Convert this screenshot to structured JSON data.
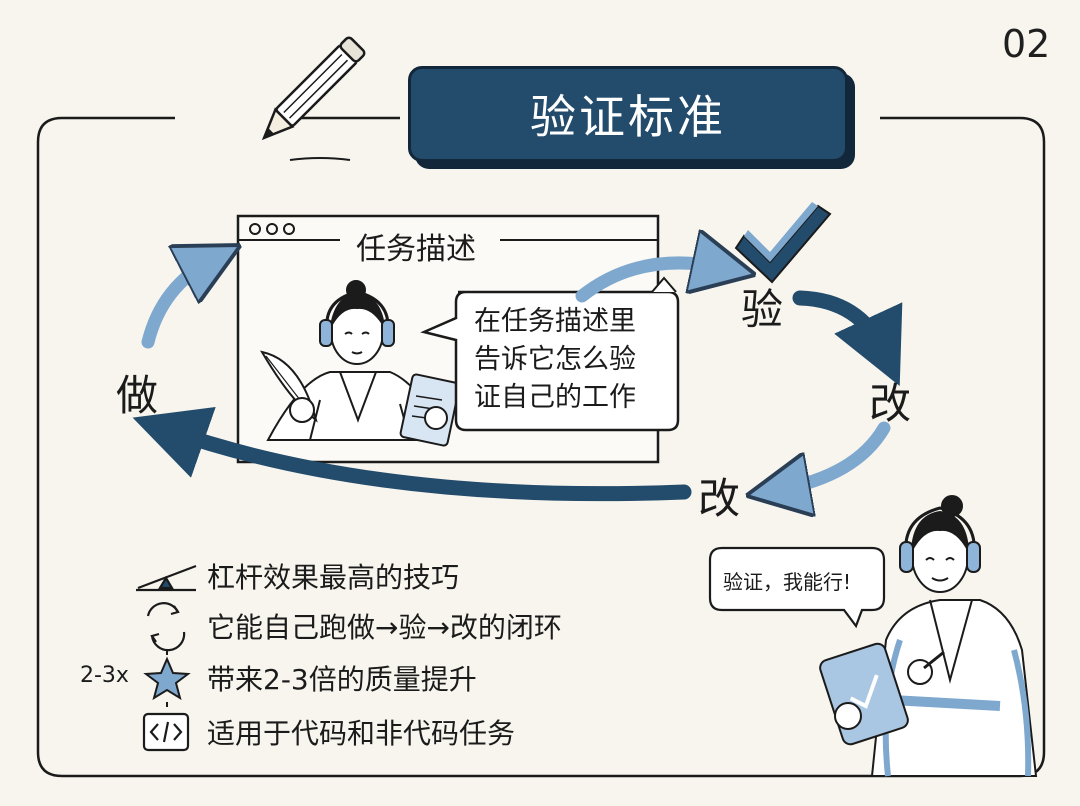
{
  "page_number": "02",
  "title": "验证标准",
  "window": {
    "title": "任务描述"
  },
  "speech_bubble": {
    "lines": [
      "在任务描述里",
      "告诉它怎么验",
      "证自己的工作"
    ]
  },
  "cycle": {
    "step_do": "做",
    "step_verify": "验",
    "step_fix_1": "改",
    "step_fix_2": "改"
  },
  "features": [
    {
      "icon": "seesaw-lever-icon",
      "label": "杠杆效果最高的技巧"
    },
    {
      "icon": "refresh-loop-icon",
      "label": "它能自己跑做→验→改的闭环"
    },
    {
      "icon": "star-sparkle-icon",
      "label": "带来2-3倍的质量提升",
      "prefix": "2-3x"
    },
    {
      "icon": "code-bracket-icon",
      "label": "适用于代码和非代码任务"
    }
  ],
  "character_shout": "验证，我能行!",
  "colors": {
    "navy": "#234b6c",
    "light_blue": "#7fa8cf",
    "background": "#f7f5ee",
    "ink": "#1b1b1b"
  }
}
